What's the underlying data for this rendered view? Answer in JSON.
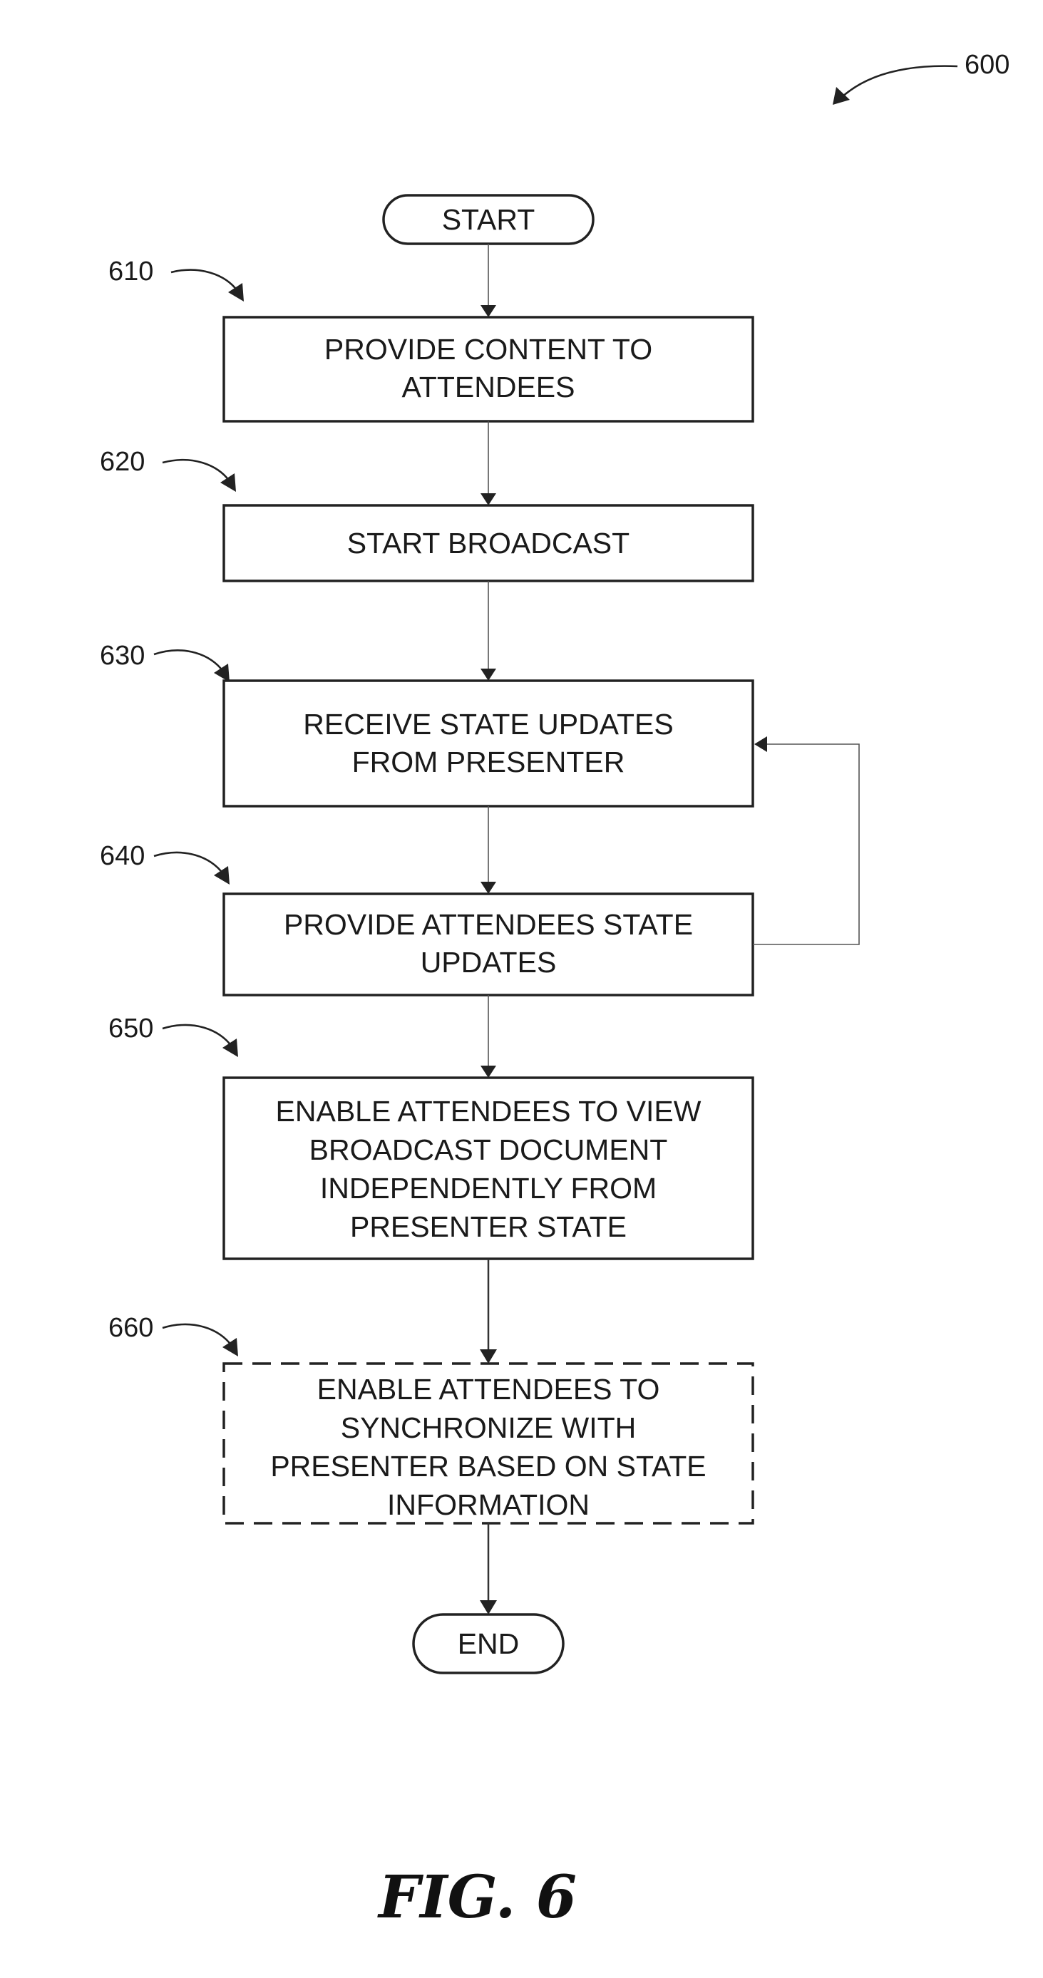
{
  "figure": {
    "reference": "600",
    "caption": "FIG. 6"
  },
  "steps": {
    "start": {
      "label": "START"
    },
    "step_610": {
      "ref": "610",
      "lines": [
        "PROVIDE CONTENT TO",
        "ATTENDEES"
      ]
    },
    "step_620": {
      "ref": "620",
      "lines": [
        "START BROADCAST"
      ]
    },
    "step_630": {
      "ref": "630",
      "lines": [
        "RECEIVE STATE UPDATES",
        "FROM PRESENTER"
      ]
    },
    "step_640": {
      "ref": "640",
      "lines": [
        "PROVIDE ATTENDEES STATE",
        "UPDATES"
      ]
    },
    "step_650": {
      "ref": "650",
      "lines": [
        "ENABLE ATTENDEES TO VIEW",
        "BROADCAST DOCUMENT",
        "INDEPENDENTLY FROM",
        "PRESENTER STATE"
      ]
    },
    "step_660": {
      "ref": "660",
      "optional": true,
      "lines": [
        "ENABLE ATTENDEES TO",
        "SYNCHRONIZE WITH",
        "PRESENTER BASED ON STATE",
        "INFORMATION"
      ]
    },
    "end": {
      "label": "END"
    }
  }
}
